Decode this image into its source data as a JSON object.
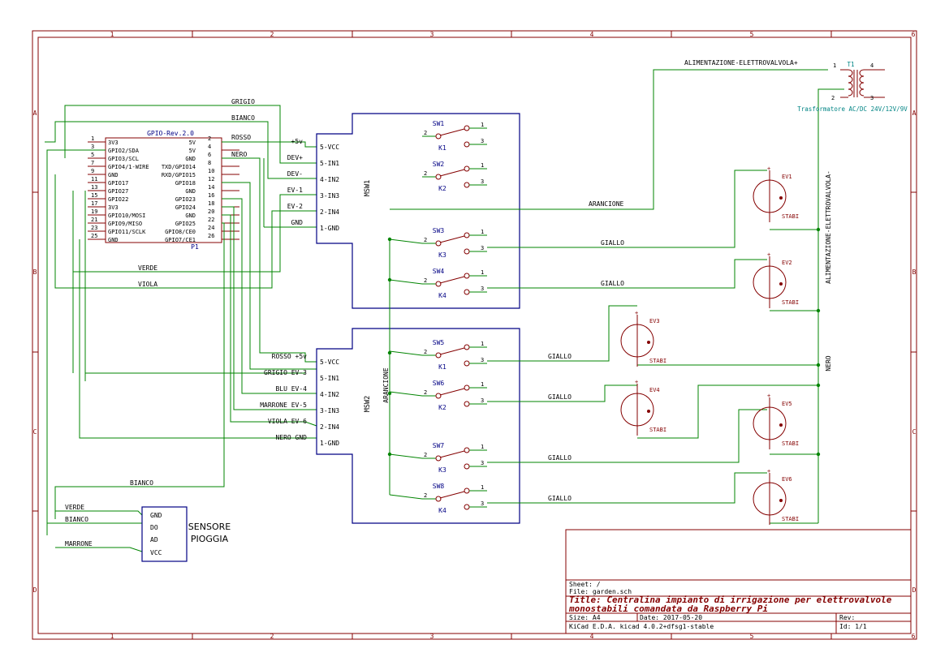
{
  "frame": {
    "cols": [
      "1",
      "2",
      "3",
      "4",
      "5",
      "6"
    ],
    "rows": [
      "A",
      "B",
      "C",
      "D"
    ]
  },
  "gpio": {
    "title": "GPIO-Rev.2.0",
    "ref": "P1",
    "left_pins": [
      "1",
      "3",
      "5",
      "7",
      "9",
      "11",
      "13",
      "15",
      "17",
      "19",
      "21",
      "23",
      "25"
    ],
    "left_names": [
      "3V3",
      "GPIO2/SDA",
      "GPIO3/SCL",
      "GPIO4/1-WIRE",
      "GND",
      "GPIO17",
      "GPIO27",
      "GPIO22",
      "3V3",
      "GPIO10/MOSI",
      "GPIO9/MISO",
      "GPIO11/SCLK",
      "GND"
    ],
    "right_pins": [
      "2",
      "4",
      "6",
      "8",
      "10",
      "12",
      "14",
      "16",
      "18",
      "20",
      "22",
      "24",
      "26"
    ],
    "right_names": [
      "5V",
      "5V",
      "GND",
      "TXD/GPIO14",
      "RXD/GPIO15",
      "GPIO18",
      "GND",
      "GPIO23",
      "GPIO24",
      "GND",
      "GPIO25",
      "GPIO8/CE0",
      "GPIO7/CE1"
    ]
  },
  "msw1": {
    "name": "MSW1",
    "pins": [
      "5-VCC",
      "5-IN1",
      "4-IN2",
      "3-IN3",
      "2-IN4",
      "1-GND"
    ],
    "labels": [
      "+5v",
      "DEV+",
      "DEV-",
      "EV-1",
      "EV-2",
      "GND"
    ]
  },
  "msw2": {
    "name": "MSW2",
    "pins": [
      "5-VCC",
      "5-IN1",
      "4-IN2",
      "3-IN3",
      "2-IN4",
      "1-GND"
    ],
    "labels": [
      "ROSSO  +5v",
      "GRIGIO  EV-3",
      "BLU  EV-4",
      "MARRONE  EV-5",
      "VIOLA  EV-6",
      "NERO  GND"
    ]
  },
  "switches": [
    {
      "sw": "SW1",
      "k": "K1"
    },
    {
      "sw": "SW2",
      "k": "K2"
    },
    {
      "sw": "SW3",
      "k": "K3"
    },
    {
      "sw": "SW4",
      "k": "K4"
    },
    {
      "sw": "SW5",
      "k": "K1"
    },
    {
      "sw": "SW6",
      "k": "K2"
    },
    {
      "sw": "SW7",
      "k": "K3"
    },
    {
      "sw": "SW8",
      "k": "K4"
    }
  ],
  "pin_numbers": {
    "common": "2",
    "no": "1",
    "nc": "3"
  },
  "valves": [
    {
      "ref": "EV1",
      "value": "STABI"
    },
    {
      "ref": "EV2",
      "value": "STABI"
    },
    {
      "ref": "EV3",
      "value": "STABI"
    },
    {
      "ref": "EV4",
      "value": "STABI"
    },
    {
      "ref": "EV5",
      "value": "STABI"
    },
    {
      "ref": "EV6",
      "value": "STABI"
    }
  ],
  "wire_labels": {
    "grigio": "GRIGIO",
    "bianco": "BIANCO",
    "rosso": "ROSSO",
    "nero": "NERO",
    "verde": "VERDE",
    "viola": "VIOLA",
    "arancione": "ARANCIONE",
    "arancione_v": "ARANCIONE",
    "giallo": "GIALLO",
    "alim_pos": "ALIMENTAZIONE-ELETTROVALVOLA+",
    "alim_neg": "ALIMENTAZIONE-ELETTROVALVOLA-",
    "nero_v": "NERO",
    "bianco2": "BIANCO",
    "marrone": "MARRONE"
  },
  "transformer": {
    "ref": "T1",
    "value": "Trasformatore AC/DC 24V/12V/9V",
    "pins": [
      "1",
      "2",
      "4",
      "3"
    ]
  },
  "sensor": {
    "pins": [
      "GND",
      "DO",
      "AD",
      "VCC"
    ],
    "title1": "SENSORE",
    "title2": "PIOGGIA"
  },
  "titleblock": {
    "sheet": "Sheet: /",
    "file": "File: garden.sch",
    "title1": "Title: Centralina impianto di irrigazione per elettrovalvole",
    "title2": "monostabili comandata da Raspberry Pi",
    "size": "Size: A4",
    "date": "Date: 2017-05-20",
    "rev": "Rev:",
    "tool": "KiCad E.D.A.  kicad 4.0.2+dfsg1-stable",
    "id": "Id: 1/1"
  }
}
